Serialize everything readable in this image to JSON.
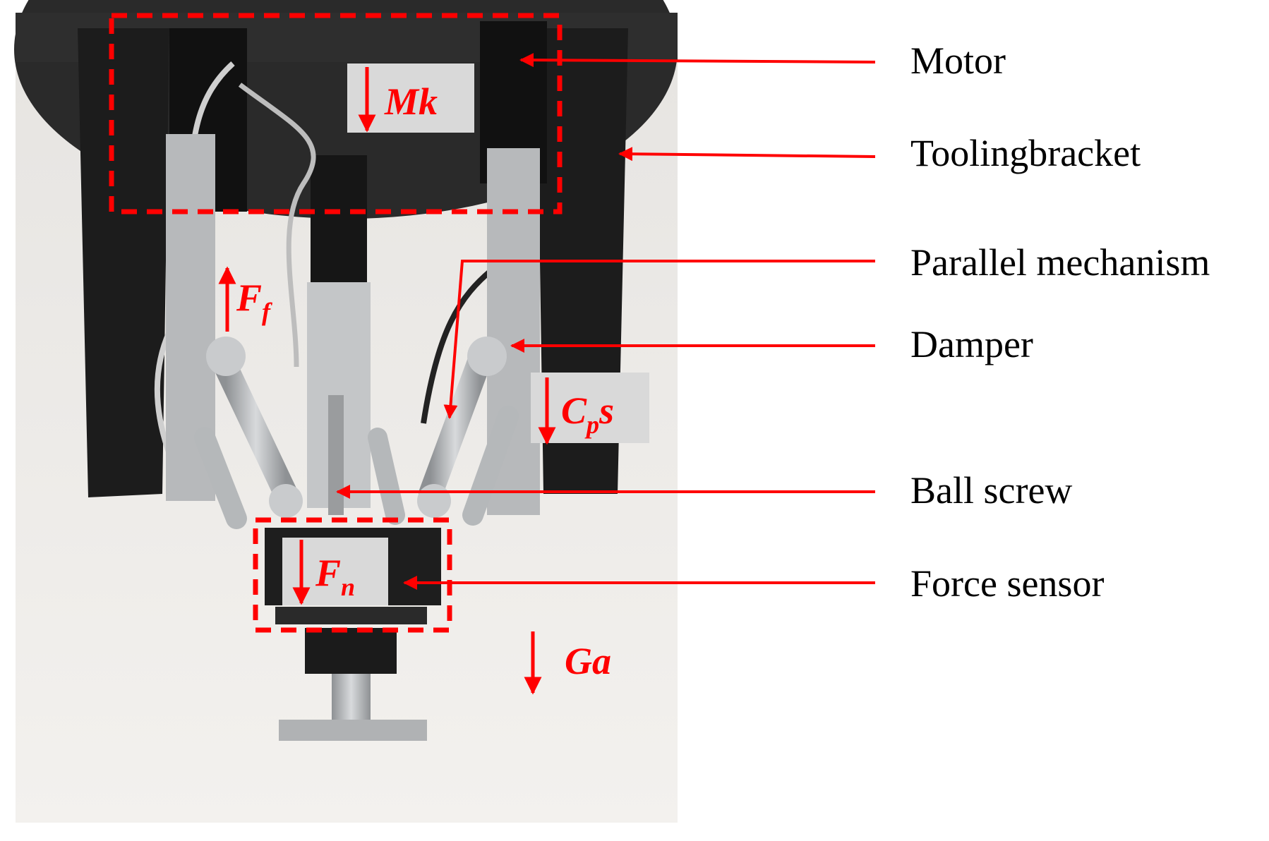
{
  "colors": {
    "annotation": "#ff0000",
    "label_box": "#d9d9d9",
    "text": "#000000",
    "background_wall": "#f1efec",
    "frame_black": "#1c1c1c",
    "metal": "#bfc2c4"
  },
  "photo": {
    "content": [
      "motor",
      "tooling-bracket",
      "parallel-mechanism",
      "damper",
      "ball-screw",
      "force-sensor",
      "end-flange"
    ]
  },
  "component_labels": [
    {
      "id": "motor",
      "text": "Motor"
    },
    {
      "id": "tooling-bracket",
      "text": "Toolingbracket"
    },
    {
      "id": "parallel-mechanism",
      "text": "Parallel mechanism"
    },
    {
      "id": "damper",
      "text": "Damper"
    },
    {
      "id": "ball-screw",
      "text": "Ball screw"
    },
    {
      "id": "force-sensor",
      "text": "Force sensor"
    }
  ],
  "force_labels": {
    "mk": {
      "main": "Mk",
      "sub": ""
    },
    "ff": {
      "main": "F",
      "sub": "f"
    },
    "cps": {
      "main": "C",
      "sub": "p",
      "tail": "s"
    },
    "fn": {
      "main": "F",
      "sub": "n"
    },
    "ga": {
      "main": "Ga",
      "sub": ""
    }
  }
}
